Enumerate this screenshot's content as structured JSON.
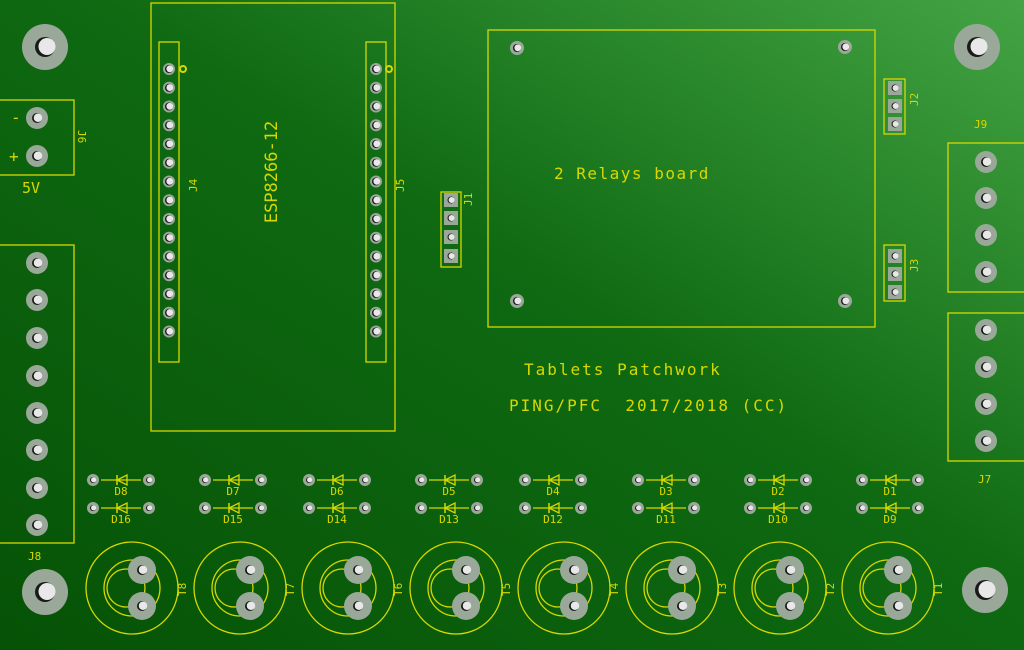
{
  "board": {
    "colors": {
      "board_dark": "#0a560a",
      "board_light": "#3f9f3f",
      "silk": "#d8d800",
      "pad": "#9aa89a",
      "hole": "#e8e8e8"
    },
    "module_label": "ESP8266-12",
    "relay_label": "2 Relays board",
    "title": "Tablets Patchwork",
    "credits": "PING/PFC  2017/2018 (CC)",
    "power_label": "5V",
    "power_minus": "-",
    "power_plus": "+",
    "connectors": {
      "j1": "J1",
      "j2": "J2",
      "j3": "J3",
      "j4": "J4",
      "j5": "J5",
      "j6": "J6",
      "j7": "J7",
      "j8": "J8",
      "j9": "J9"
    },
    "diodes_top": [
      "D8",
      "D7",
      "D6",
      "D5",
      "D4",
      "D3",
      "D2",
      "D1"
    ],
    "diodes_bottom": [
      "D16",
      "D15",
      "D14",
      "D13",
      "D12",
      "D11",
      "D10",
      "D9"
    ],
    "transistors": [
      "T8",
      "T7",
      "T6",
      "T5",
      "T4",
      "T3",
      "T2",
      "T1"
    ]
  }
}
